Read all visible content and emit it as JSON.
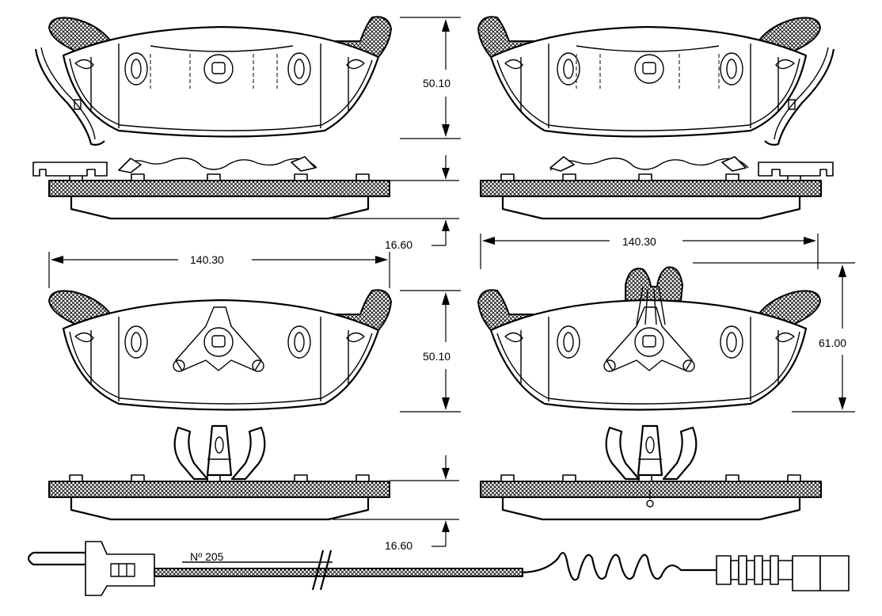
{
  "dimensions": {
    "pad_height_top": "50.10",
    "thickness_top": "16.60",
    "width_left": "140.30",
    "width_right": "140.30",
    "pad_height_bottom": "50.10",
    "pad_height_right": "61.00",
    "thickness_bottom": "16.60"
  },
  "sensor": {
    "label": "Nº 205"
  },
  "colors": {
    "line": "#000000",
    "background": "#ffffff"
  }
}
